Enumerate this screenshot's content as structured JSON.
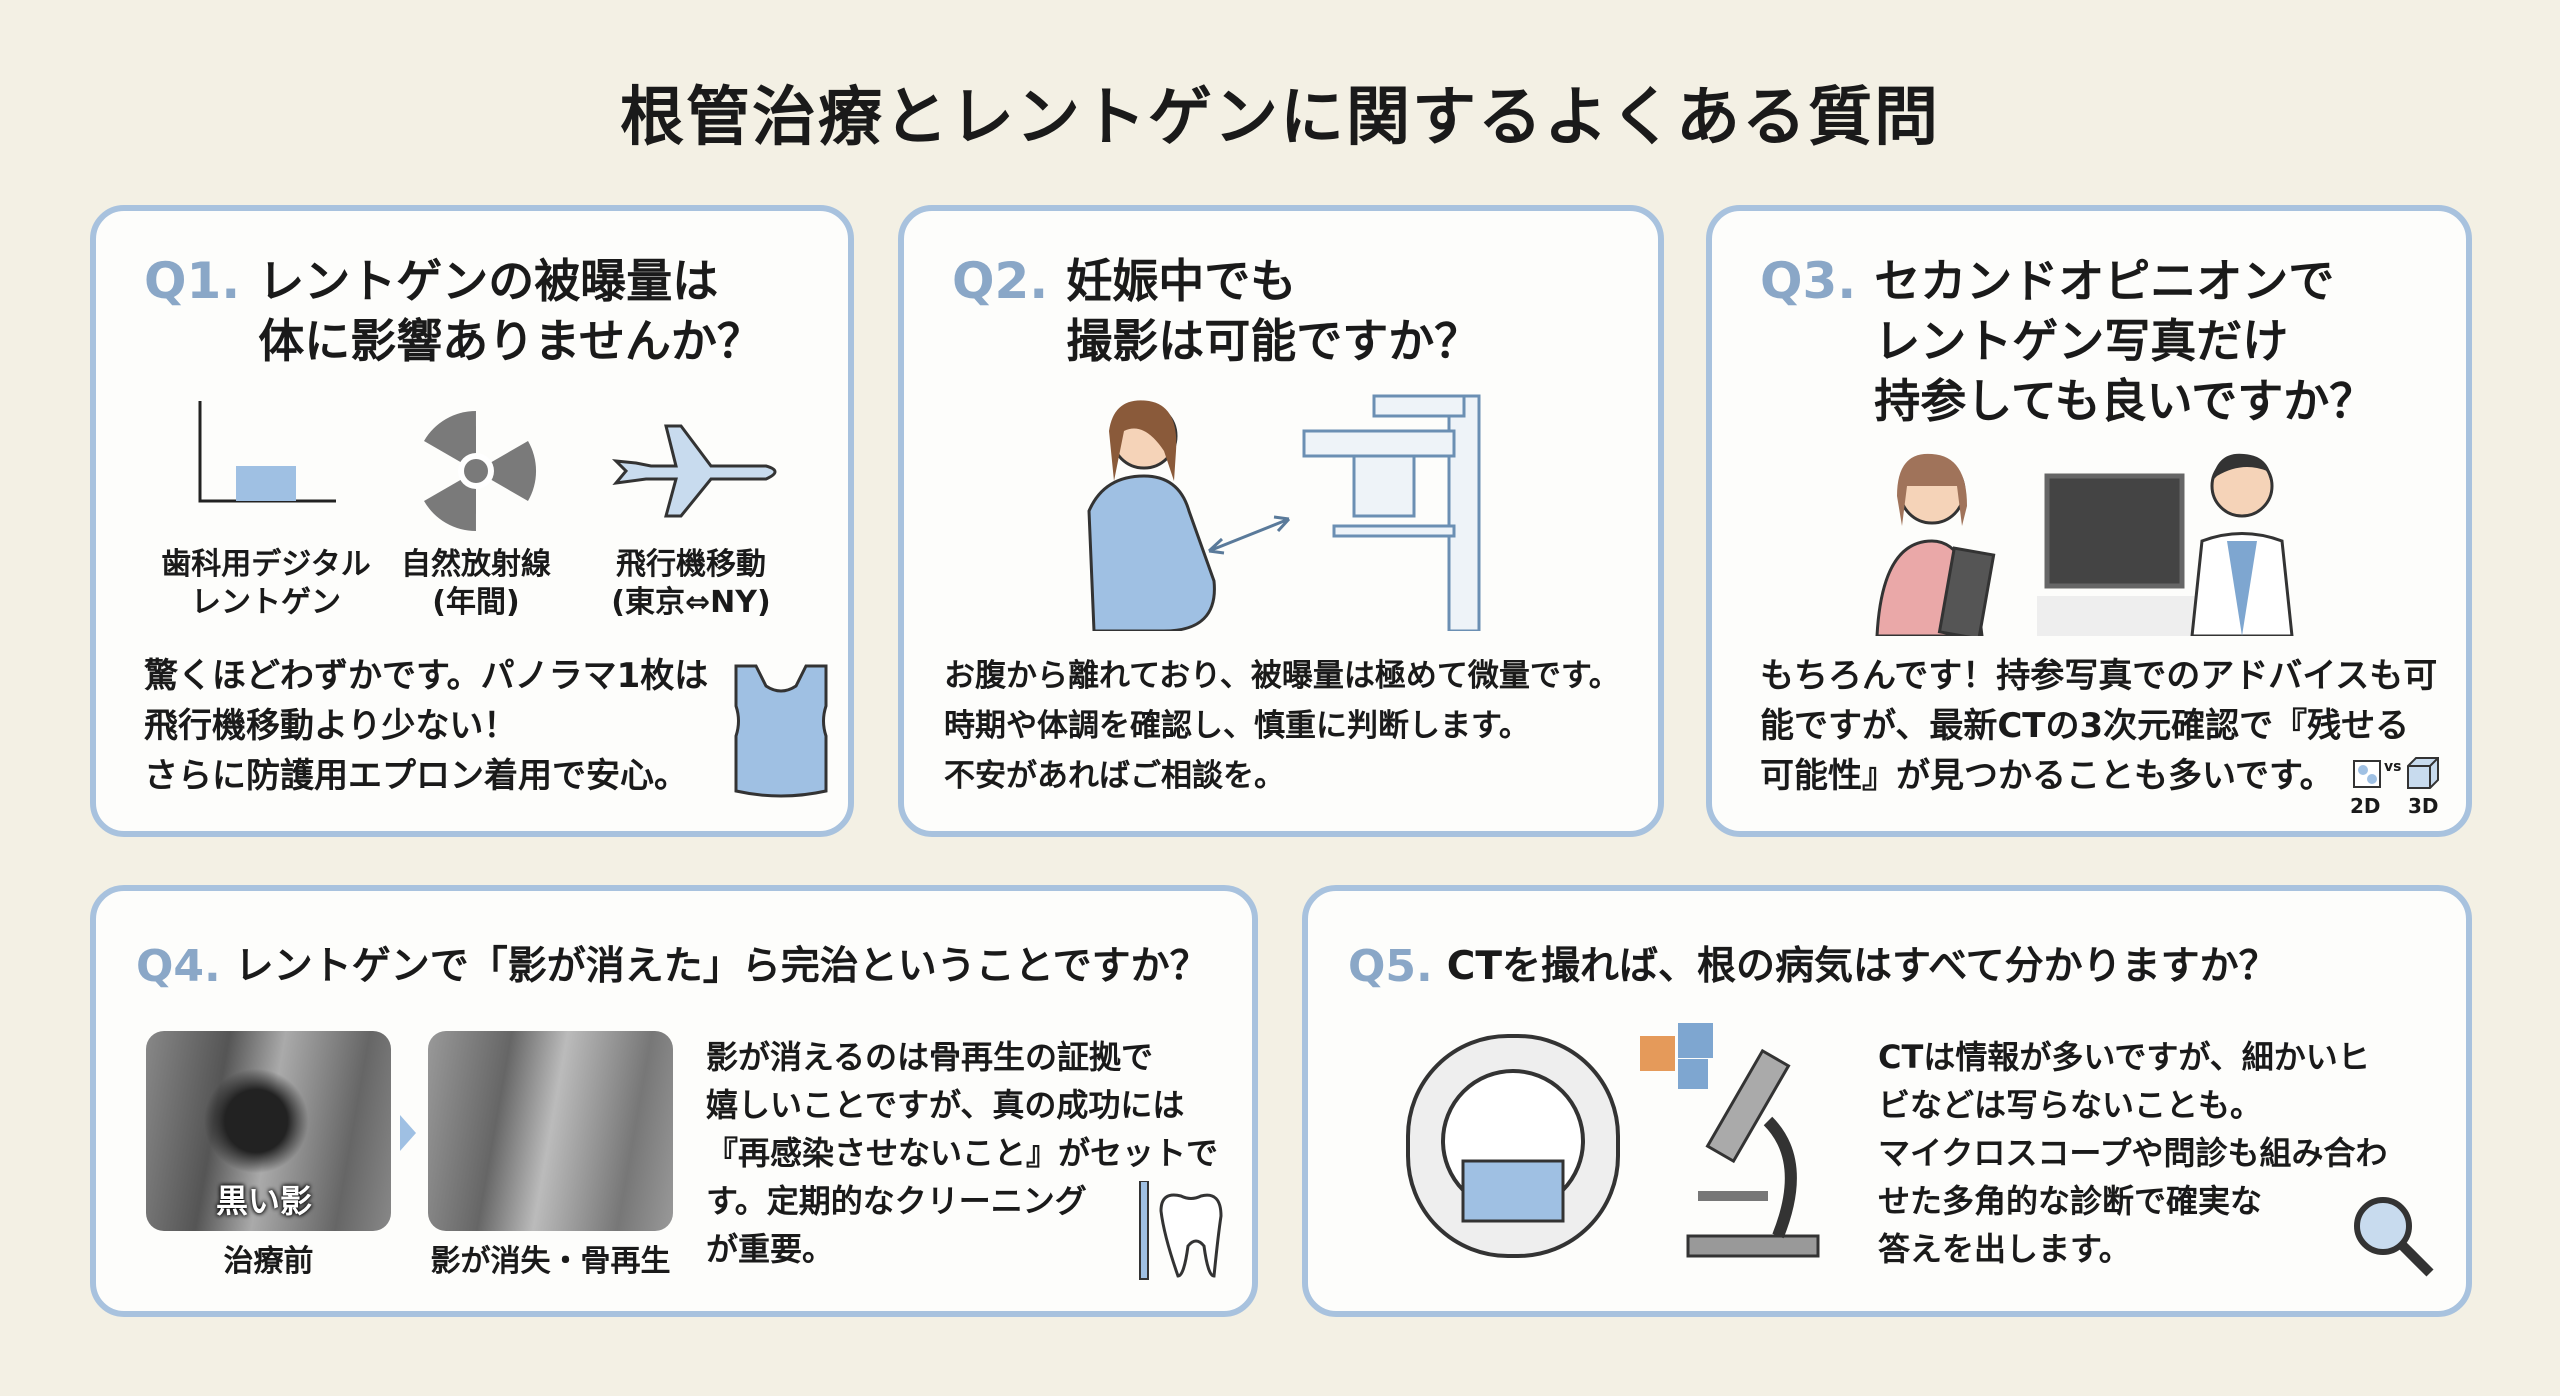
{
  "title": "根管治療とレントゲンに関するよくある質問",
  "cards": [
    {
      "num": "Q1.",
      "question": [
        "レントゲンの被曝量は",
        "体に影響ありませんか？"
      ],
      "icons": [
        {
          "icon": "bar-chart-icon",
          "label": [
            "歯科用デジタル",
            "レントゲン"
          ]
        },
        {
          "icon": "radiation-icon",
          "label": [
            "自然放射線",
            "(年間)"
          ]
        },
        {
          "icon": "airplane-icon",
          "label": [
            "飛行機移動",
            "(東京⇔NY)"
          ]
        }
      ],
      "answer": [
        "驚くほどわずかです。パノラマ1枚は",
        "飛行機移動より少ない！",
        "さらに防護用エプロン着用で安心。"
      ]
    },
    {
      "num": "Q2.",
      "question": [
        "妊娠中でも",
        "撮影は可能ですか？"
      ],
      "answer": [
        "お腹から離れており、被曝量は極めて微量です。",
        "時期や体調を確認し、慎重に判断します。",
        "不安があればご相談を。"
      ]
    },
    {
      "num": "Q3.",
      "question": [
        "セカンドオピニオンで",
        "レントゲン写真だけ",
        "持参しても良いですか？"
      ],
      "answer": [
        "もちろんです！持参写真でのアドバイスも可",
        "能ですが、最新CTの3次元確認で『残せる",
        "可能性』が見つかることも多いです。"
      ],
      "compare": {
        "left": "2D",
        "vs": "vs",
        "right": "3D"
      }
    },
    {
      "num": "Q4.",
      "question": [
        "レントゲンで「影が消えた」ら完治ということですか？"
      ],
      "xray_before": {
        "overlay": "黒い影",
        "caption": "治療前"
      },
      "xray_after": {
        "caption": "影が消失・骨再生"
      },
      "answer": [
        "影が消えるのは骨再生の証拠で",
        "嬉しいことですが、真の成功には",
        "『再感染させないこと』がセットで",
        "す。定期的なクリーニング",
        "が重要。"
      ]
    },
    {
      "num": "Q5.",
      "question": [
        "CTを撮れば、根の病気はすべて分かりますか？"
      ],
      "answer": [
        "CTは情報が多いですが、細かいヒ",
        "ビなどは写らないことも。",
        "マイクロスコープや問診も組み合わ",
        "せた多角的な診断で確実な",
        "答えを出します。"
      ]
    }
  ],
  "colors": {
    "accent": "#8aa7c7",
    "border": "#a8c2de",
    "background": "#f3f0e4",
    "fill": "#9fc0e3"
  }
}
